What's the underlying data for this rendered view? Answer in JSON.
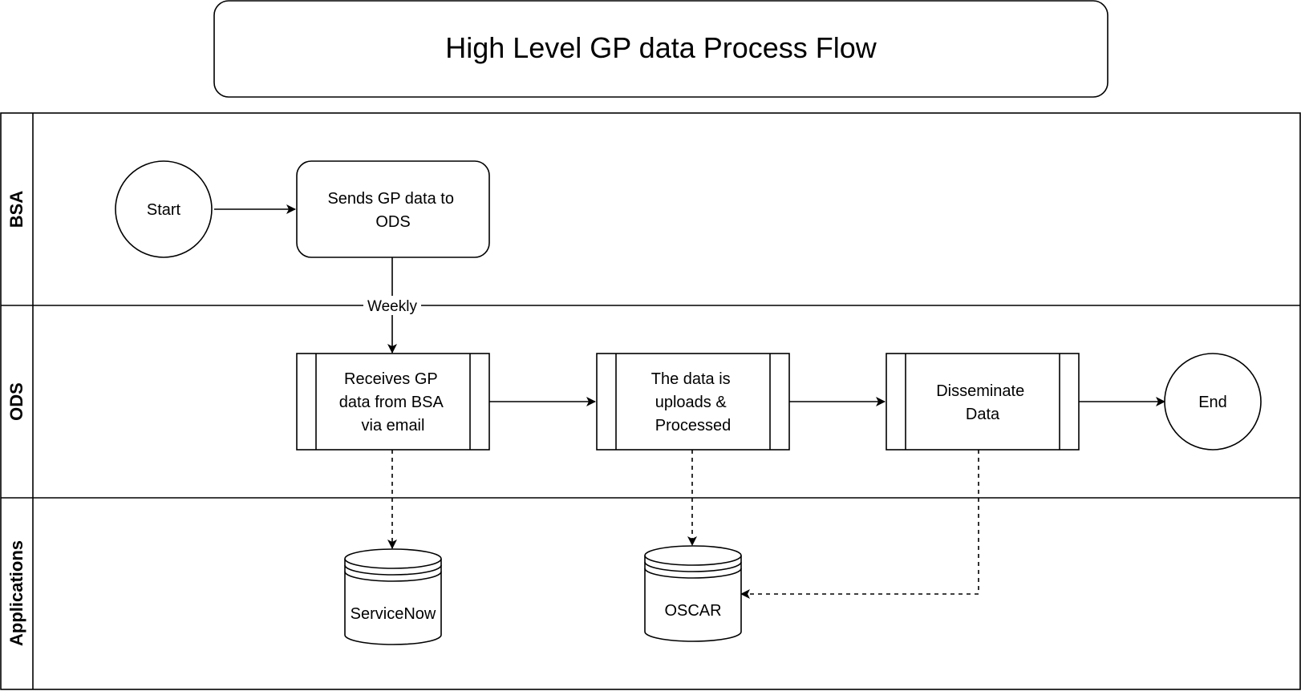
{
  "title": "High Level GP data Process Flow",
  "lanes": {
    "bsa": "BSA",
    "ods": "ODS",
    "applications": "Applications"
  },
  "nodes": {
    "start": "Start",
    "sends": [
      "Sends GP data to",
      "ODS"
    ],
    "receives": [
      "Receives GP",
      "data from BSA",
      "via email"
    ],
    "uploads": [
      "The data is",
      "uploads &",
      "Processed"
    ],
    "disseminate": [
      "Disseminate",
      "Data"
    ],
    "end": "End",
    "servicenow": "ServiceNow",
    "oscar": "OSCAR"
  },
  "edges": {
    "weekly": "Weekly"
  }
}
